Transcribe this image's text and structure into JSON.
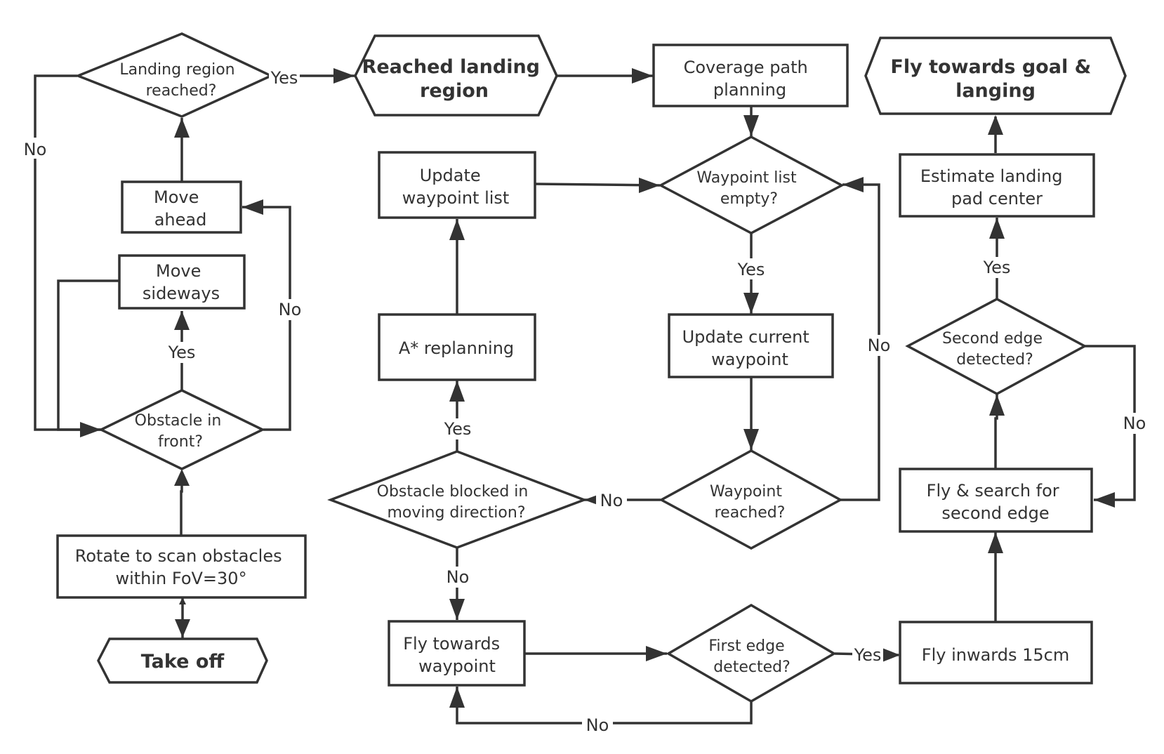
{
  "nodes": {
    "take_off": [
      "Take off"
    ],
    "rotate_scan": [
      "Rotate to scan obstacles",
      "within FoV=30°"
    ],
    "obstacle_front": [
      "Obstacle in",
      "front?"
    ],
    "move_sideways": [
      "Move",
      "sideways"
    ],
    "move_ahead": [
      "Move",
      "ahead"
    ],
    "landing_region": [
      "Landing region",
      "reached?"
    ],
    "reached_landing": [
      "Reached landing",
      "region"
    ],
    "coverage_path": [
      "Coverage path",
      "planning"
    ],
    "waypoint_empty": [
      "Waypoint list",
      "empty?"
    ],
    "update_waypoint_list": [
      "Update",
      "waypoint list"
    ],
    "a_star": [
      "A* replanning"
    ],
    "update_current": [
      "Update current",
      "waypoint"
    ],
    "waypoint_reached": [
      "Waypoint",
      "reached?"
    ],
    "obstacle_blocked": [
      "Obstacle blocked in",
      "moving direction?"
    ],
    "fly_towards_waypoint": [
      "Fly towards",
      "waypoint"
    ],
    "first_edge": [
      "First edge",
      "detected?"
    ],
    "fly_inwards": [
      "Fly inwards 15cm"
    ],
    "fly_search_second": [
      "Fly & search for",
      "second edge"
    ],
    "second_edge": [
      "Second edge",
      "detected?"
    ],
    "estimate_center": [
      "Estimate landing",
      "pad center"
    ],
    "fly_goal": [
      "Fly towards goal &",
      "langing"
    ]
  },
  "edge_labels": {
    "no_landing": "No",
    "yes_landing": "Yes",
    "yes_obstacle_front": "Yes",
    "no_obstacle_front": "No",
    "yes_waypoint_empty": "Yes",
    "no_waypoint_reached_loop": "No",
    "no_waypoint_reached": "No",
    "yes_obstacle_blocked": "Yes",
    "no_obstacle_blocked": "No",
    "yes_first_edge": "Yes",
    "no_first_edge": "No",
    "yes_second_edge": "Yes",
    "no_second_edge": "No"
  }
}
